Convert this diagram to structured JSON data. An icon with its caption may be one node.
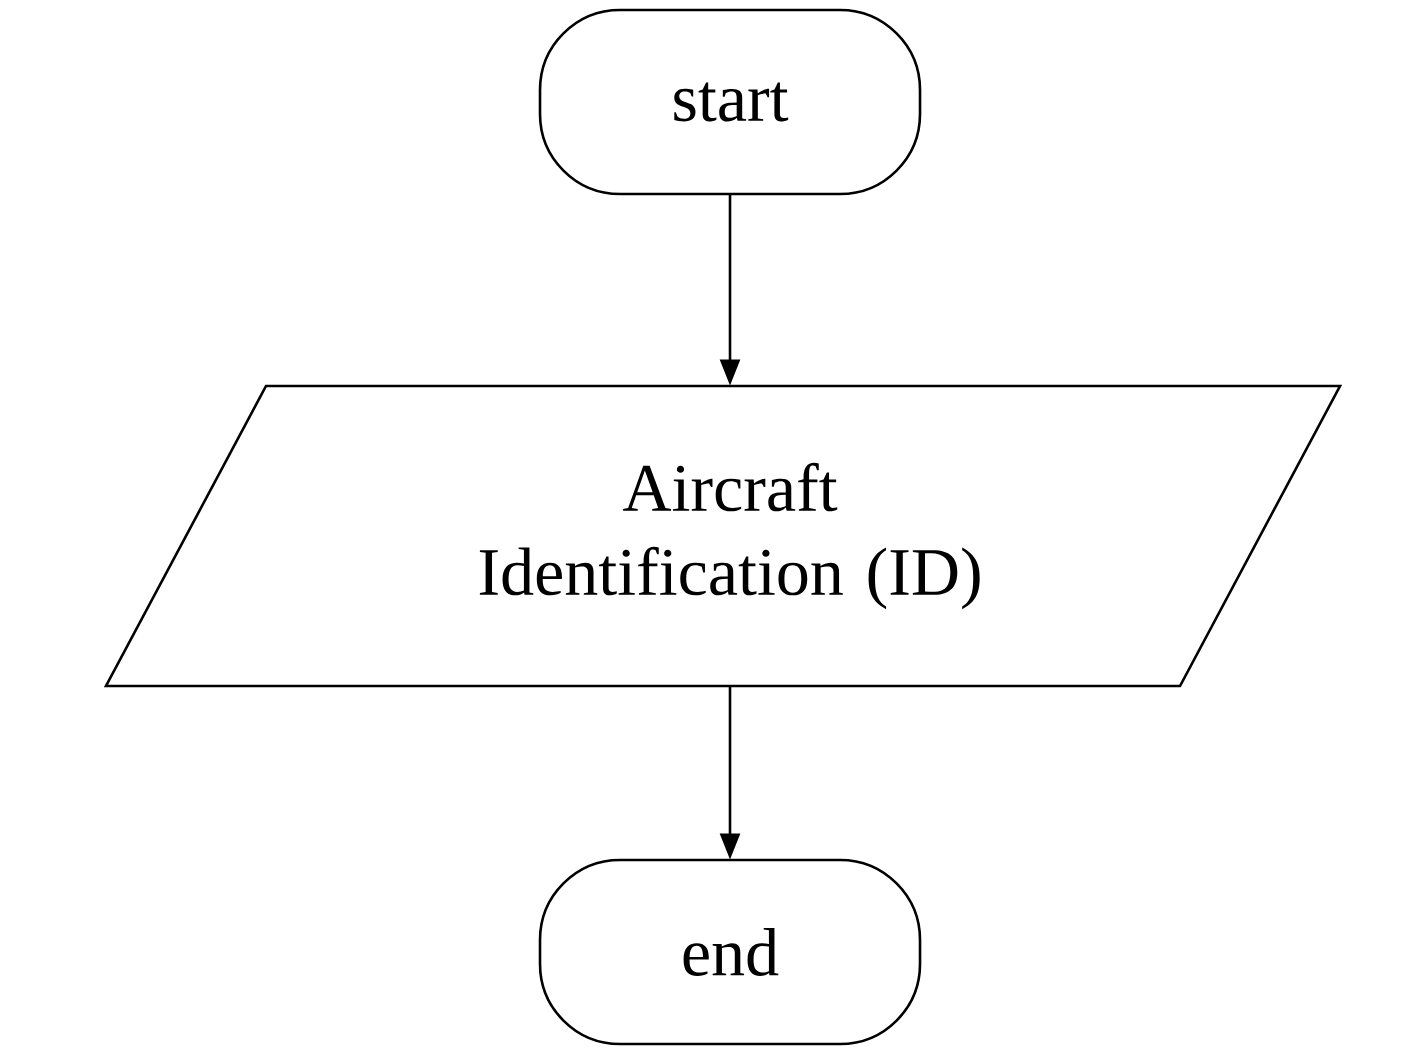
{
  "diagram": {
    "nodes": [
      {
        "text": [
          "start"
        ]
      },
      {
        "text": [
          "Aircraft Identification (ID)"
        ]
      },
      {
        "text": [
          "end"
        ]
      }
    ],
    "edges": [
      {
        "from": 0,
        "to": 1,
        "arrow": "to"
      },
      {
        "from": 1,
        "to": 2,
        "arrow": "to"
      }
    ]
  }
}
